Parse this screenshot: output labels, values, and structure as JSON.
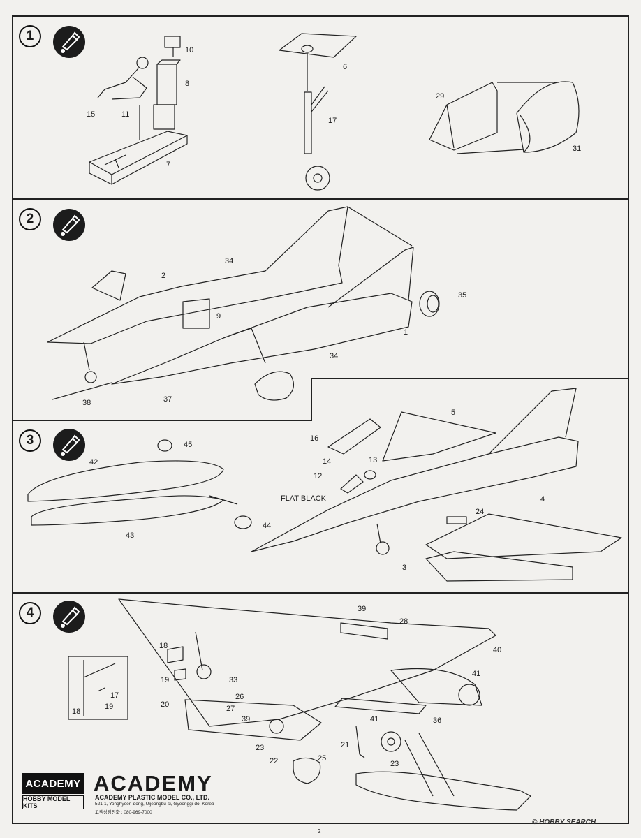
{
  "steps": [
    {
      "number": "1"
    },
    {
      "number": "2"
    },
    {
      "number": "3"
    },
    {
      "number": "4"
    }
  ],
  "part_labels": {
    "s1": [
      "10",
      "8",
      "15",
      "11",
      "7",
      "6",
      "17",
      "29",
      "31"
    ],
    "s2": [
      "34",
      "2",
      "9",
      "35",
      "1",
      "34",
      "38",
      "37"
    ],
    "s3": [
      "45",
      "42",
      "43",
      "44",
      "16",
      "5",
      "14",
      "13",
      "12",
      "4",
      "24",
      "3"
    ],
    "s4": [
      "39",
      "28",
      "40",
      "41",
      "18",
      "19",
      "20",
      "33",
      "26",
      "27",
      "39",
      "41",
      "36",
      "23",
      "22",
      "25",
      "21",
      "23",
      "17",
      "18",
      "19"
    ]
  },
  "callouts": {
    "flat_black": "FLAT BLACK"
  },
  "footer": {
    "logo_top": "ACADEMY",
    "logo_bottom": "HOBBY MODEL KITS",
    "brand_word": "ACADEMY",
    "company": "ACADEMY PLASTIC MODEL CO., LTD.",
    "address": "521-1, Yonghyeon-dong, Uijeongbu-si, Gyeonggi-do, Korea",
    "phone": "고객상담전화 : 080-969-7000",
    "watermark": "© HOBBY SEARCH",
    "page_number": "2"
  },
  "icons": [
    "glue-icon"
  ]
}
